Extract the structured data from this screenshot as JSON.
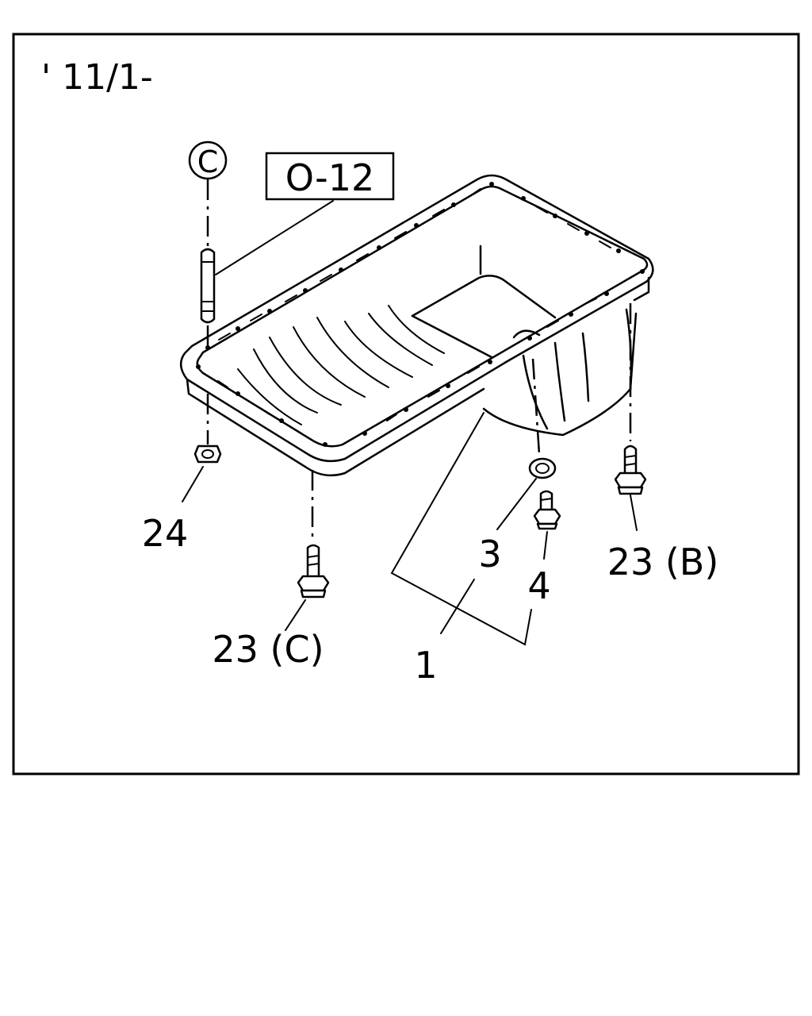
{
  "diagram": {
    "date_code": "' 11/1-",
    "reference_box": "O-12",
    "circle_ref": "C",
    "callouts": {
      "oil_pan": "1",
      "washer": "3",
      "drain_plug": "4",
      "bolt_b": "23 (B)",
      "bolt_c": "23 (C)",
      "nut": "24"
    }
  }
}
